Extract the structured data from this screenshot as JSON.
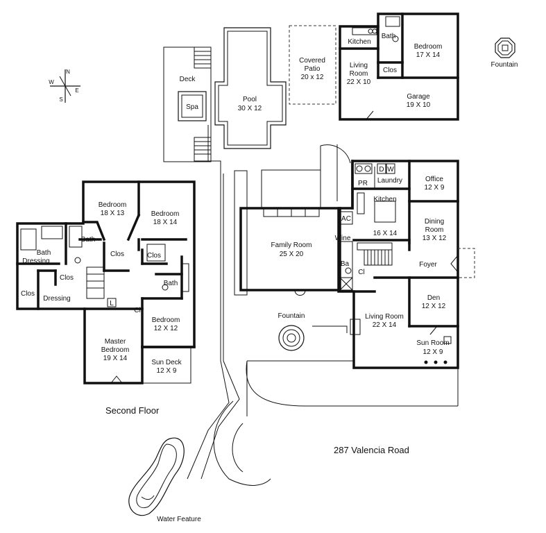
{
  "address": "287 Valencia Road",
  "floor_label": "Second Floor",
  "compass": {
    "n": "N",
    "s": "S",
    "e": "E",
    "w": "W"
  },
  "outdoor": {
    "deck": "Deck",
    "spa": "Spa",
    "pool": "Pool",
    "pool_size": "30 X 12",
    "covered_patio": "Covered",
    "covered_patio_2": "Patio",
    "covered_patio_size": "20 x 12",
    "fountain_garden": "Fountain",
    "fountain_front": "Fountain",
    "water_feature": "Water Feature"
  },
  "guest_house": {
    "kitchen": "Kitchen",
    "bath": "Bath",
    "bedroom": "Bedroom",
    "bedroom_size": "17 X 14",
    "living": "Living",
    "living_2": "Room",
    "living_size": "22 X 10",
    "clos": "Clos",
    "garage": "Garage",
    "garage_size": "19 X 10"
  },
  "first_floor": {
    "pr": "PR",
    "d": "D",
    "w": "W",
    "laundry": "Laundry",
    "office": "Office",
    "office_size": "12 X 9",
    "kitchen": "Kitchen",
    "kitchen_size": "16 X 14",
    "ac": "AC",
    "wine": "Wine",
    "dining": "Dining",
    "dining_2": "Room",
    "dining_size": "13 X 12",
    "family": "Family Room",
    "family_size": "25 X 20",
    "ba": "Ba",
    "cl": "Cl",
    "foyer": "Foyer",
    "den": "Den",
    "den_size": "12 X 12",
    "living": "Living Room",
    "living_size": "22 X 14",
    "sun": "Sun Room",
    "sun_size": "12 X 9"
  },
  "second_floor": {
    "bed1": "Bedroom",
    "bed1_size": "18 X 13",
    "bed2": "Bedroom",
    "bed2_size": "18 X 14",
    "bath_a": "Bath",
    "bath_b": "Bath",
    "dressing_a": "Dressing",
    "clos_a": "Clos",
    "clos_b": "Clos",
    "clos_c": "Clos",
    "clos_d": "Clos",
    "bath_c": "Bath",
    "dressing_b": "Dressing",
    "l": "L",
    "cl": "Cl",
    "bed3": "Bedroom",
    "bed3_size": "12 X 12",
    "master": "Master",
    "master_2": "Bedroom",
    "master_size": "19 X 14",
    "sundeck": "Sun Deck",
    "sundeck_size": "12 X 9"
  }
}
